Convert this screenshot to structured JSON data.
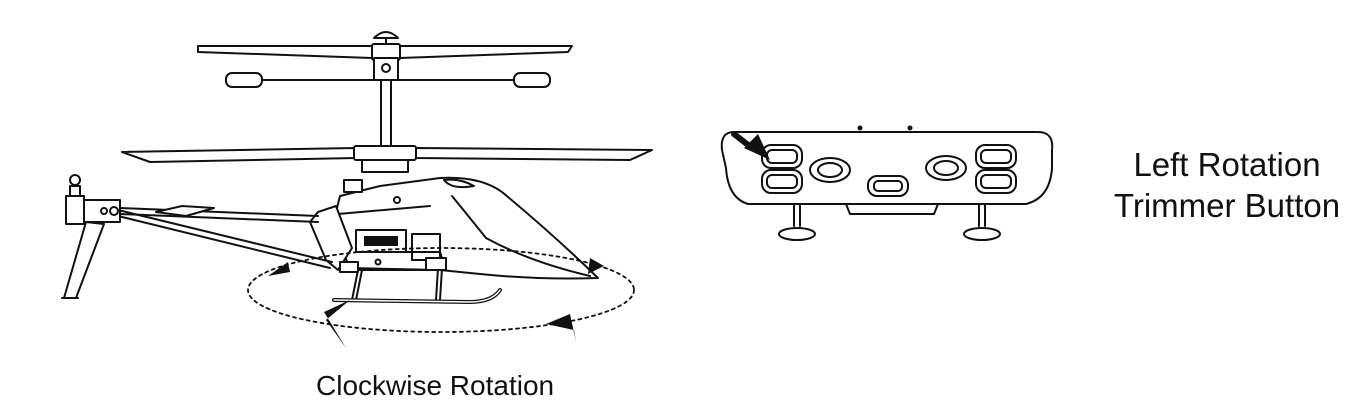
{
  "captions": {
    "rotation": "Clockwise Rotation",
    "trimmer_line1": "Left Rotation",
    "trimmer_line2": "Trimmer Button"
  },
  "icons": {
    "helicopter": "helicopter-icon",
    "remote": "remote-controller-icon",
    "rotation_arrows": "rotation-arrows-icon",
    "pointer": "pointer-arrow-icon"
  },
  "colors": {
    "ink": "#111111",
    "background": "#ffffff"
  }
}
